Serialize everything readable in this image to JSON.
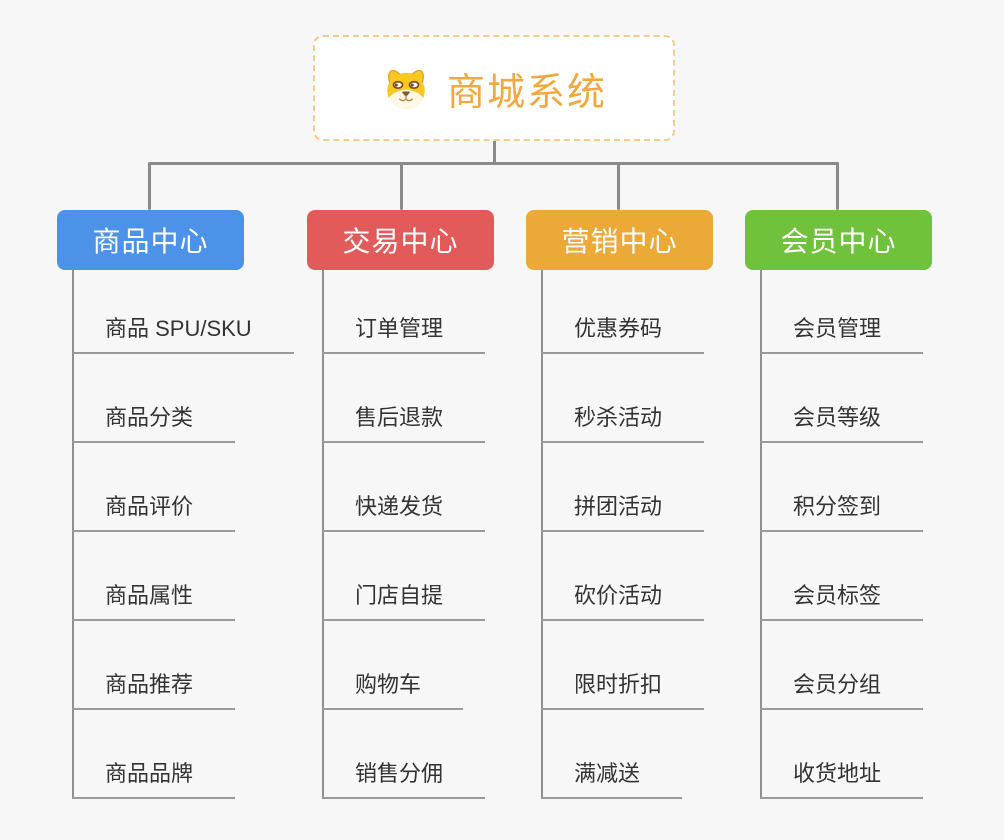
{
  "canvas": {
    "background": "#F7F7F7",
    "connector_color": "#8A8A8A"
  },
  "root": {
    "title": "商城系统",
    "icon": "shiba-dog-icon",
    "title_color": "#F2A83D",
    "border_color": "#F5CC87"
  },
  "branches": [
    {
      "label": "商品中心",
      "color": "#4C92E8",
      "children": [
        "商品 SPU/SKU",
        "商品分类",
        "商品评价",
        "商品属性",
        "商品推荐",
        "商品品牌"
      ]
    },
    {
      "label": "交易中心",
      "color": "#E35A5A",
      "children": [
        "订单管理",
        "售后退款",
        "快递发货",
        "门店自提",
        "购物车",
        "销售分佣"
      ]
    },
    {
      "label": "营销中心",
      "color": "#EBA938",
      "children": [
        "优惠券码",
        "秒杀活动",
        "拼团活动",
        "砍价活动",
        "限时折扣",
        "满减送"
      ]
    },
    {
      "label": "会员中心",
      "color": "#70C13C",
      "children": [
        "会员管理",
        "会员等级",
        "积分签到",
        "会员标签",
        "会员分组",
        "收货地址"
      ]
    }
  ]
}
